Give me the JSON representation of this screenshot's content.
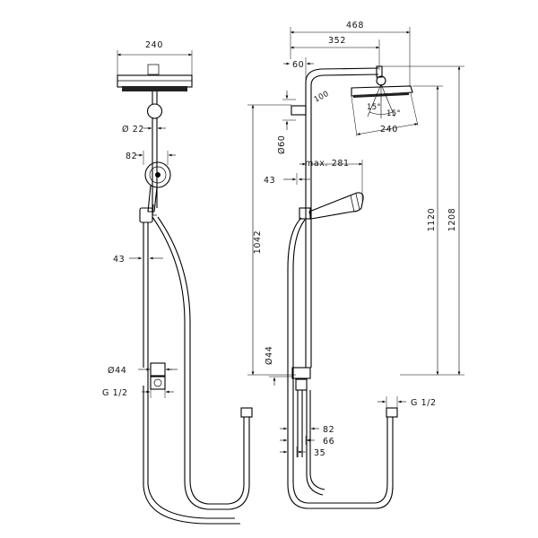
{
  "left_view": {
    "width_240": "240",
    "diam_22": "Ø 22",
    "dim_82": "82",
    "dim_43": "43",
    "diam_44": "Ø44",
    "thread": "G 1/2"
  },
  "right_view": {
    "width_468": "468",
    "width_352": "352",
    "dim_60": "60",
    "dim_100": "100",
    "angle_15a": "15°",
    "angle_15b": "15°",
    "head_240": "240",
    "diam_60": "Ø60",
    "max_281": "max. 281",
    "dim_43": "43",
    "height_1042": "1042",
    "height_1120": "1120",
    "height_1208": "1208",
    "diam_44": "Ø44",
    "thread": "G 1/2",
    "dim_82": "82",
    "dim_66": "66",
    "dim_35": "35"
  }
}
